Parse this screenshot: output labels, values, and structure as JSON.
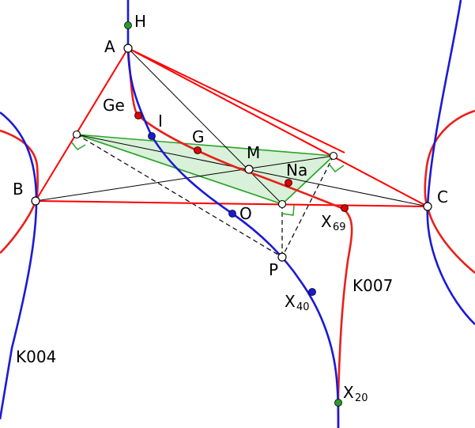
{
  "points": {
    "H": "H",
    "A": "A",
    "B": "B",
    "C": "C",
    "Ge": "Ge",
    "I": "I",
    "G": "G",
    "M": "M",
    "Na": "Na",
    "O": "O",
    "X69": "X",
    "X69_sub": "69",
    "P": "P",
    "X40": "X",
    "X40_sub": "40",
    "X20": "X",
    "X20_sub": "20"
  },
  "curves": {
    "K007": "K007",
    "K004": "K004"
  },
  "colors": {
    "triangle": "#ff0000",
    "k007": "#e8201a",
    "k004": "#1a1ad6",
    "pedal_fill": "#d9f0d9",
    "pedal_stroke": "#2aa52a",
    "red_point": "#e00000",
    "blue_point": "#1a1ad6",
    "green_point": "#2a9a2a"
  }
}
